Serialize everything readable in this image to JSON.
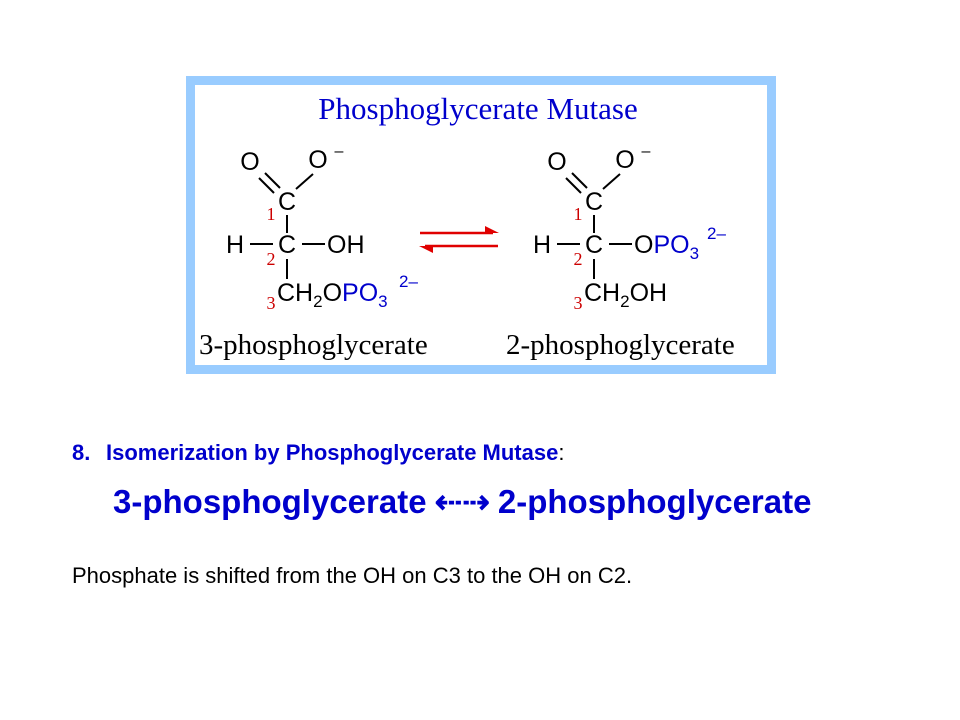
{
  "figure": {
    "title": "Phosphoglycerate Mutase",
    "left": {
      "name": "3-phosphoglycerate",
      "atoms": {
        "o_dbl": "O",
        "o_minus": "O",
        "minus": "–",
        "c_top": "C",
        "h": "H",
        "c_mid": "C",
        "oh": "OH",
        "ch2_tail": "CH",
        "ch2_sub": "2",
        "ch2_rest": "O",
        "po3": "PO",
        "po3_sub": "3",
        "charge": "2–"
      },
      "carbon_numbers": [
        "1",
        "2",
        "3"
      ]
    },
    "right": {
      "name": "2-phosphoglycerate",
      "atoms": {
        "o_dbl": "O",
        "o_minus": "O",
        "minus": "–",
        "c_top": "C",
        "h": "H",
        "c_mid": "C",
        "o_link": "O",
        "po3": "PO",
        "po3_sub": "3",
        "charge": "2–",
        "ch2": "CH",
        "ch2_sub": "2",
        "oh": "OH"
      },
      "carbon_numbers": [
        "1",
        "2",
        "3"
      ]
    },
    "colors": {
      "frame": "#99ccff",
      "phosphate": "#0000cc",
      "numbers": "#cc0000",
      "arrows": "#e00000"
    }
  },
  "step": {
    "number": "8.",
    "title": "Isomerization by Phosphoglycerate Mutase",
    "colon": ":",
    "equation_left": "3-phosphoglycerate",
    "equation_arrows": "⇠⇢",
    "equation_right": "2-phosphoglycerate",
    "note": "Phosphate is shifted from the OH on C3 to the OH on C2."
  }
}
